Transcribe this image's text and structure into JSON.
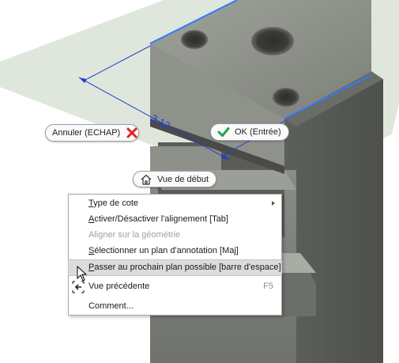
{
  "dimension": {
    "value": "3.12"
  },
  "buttons": {
    "cancel": {
      "label": "Annuler (ECHAP)",
      "icon": "red-x-icon"
    },
    "ok": {
      "label": "OK (Entrée)",
      "icon": "green-check-icon"
    },
    "home": {
      "label": "Vue de début",
      "icon": "home-icon"
    }
  },
  "menu": {
    "items": [
      {
        "label": "Type de cote",
        "accel": "T",
        "rest": "ype de cote",
        "has_submenu": true
      },
      {
        "label": "Activer/Désactiver l'alignement [Tab]",
        "accel": "A",
        "rest": "ctiver/Désactiver l'alignement [Tab]"
      },
      {
        "label": "Aligner sur la géométrie",
        "disabled": true
      },
      {
        "label": "Sélectionner un plan d'annotation [Maj]",
        "accel": "S",
        "rest": "électionner un plan d'annotation [Maj]"
      },
      {
        "label": "Passer au prochain plan possible [barre d'espace]",
        "accel": "P",
        "rest": "asser au prochain plan possible [barre d'espace]",
        "highlighted": true
      },
      {
        "label": "Vue précédente",
        "shortcut": "F5",
        "icon": "previous-view-icon"
      },
      {
        "label": "Comment...",
        "accel": "C",
        "rest": "omment..."
      }
    ]
  },
  "colors": {
    "dimension": "#1f3fd0",
    "edge_highlight": "#2f7bff",
    "plane": "#b9c7b4",
    "part": "#7b7d78"
  }
}
